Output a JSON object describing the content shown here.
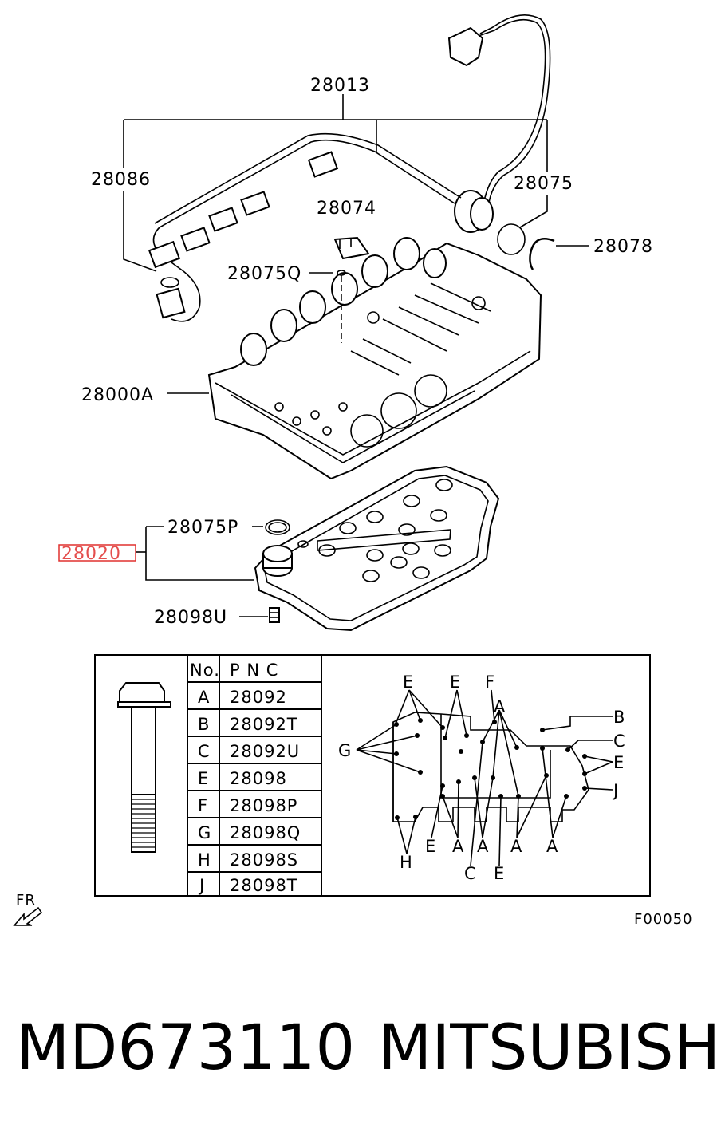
{
  "callouts": {
    "c28013": "28013",
    "c28086": "28086",
    "c28075": "28075",
    "c28074": "28074",
    "c28075Q": "28075Q",
    "c28078": "28078",
    "c28000A": "28000A",
    "c28075P": "28075P",
    "c28020": "28020",
    "c28098U": "28098U"
  },
  "table": {
    "header_no": "No.",
    "header_pnc": "P  N  C",
    "rows": [
      {
        "no": "A",
        "pnc": "28092"
      },
      {
        "no": "B",
        "pnc": "28092T"
      },
      {
        "no": "C",
        "pnc": "28092U"
      },
      {
        "no": "E",
        "pnc": "28098"
      },
      {
        "no": "F",
        "pnc": "28098P"
      },
      {
        "no": "G",
        "pnc": "28098Q"
      },
      {
        "no": "H",
        "pnc": "28098S"
      },
      {
        "no": "J",
        "pnc": "28098T"
      }
    ]
  },
  "bolt_map_letters": {
    "E": "E",
    "F": "F",
    "A": "A",
    "B": "B",
    "C": "C",
    "G": "G",
    "H": "H",
    "J": "J"
  },
  "fr_label": "FR",
  "figure_code": "F00050",
  "part_number": "MD673110",
  "brand": "MITSUBISHI",
  "colors": {
    "highlight": "#e0302f",
    "ink": "#000000"
  }
}
